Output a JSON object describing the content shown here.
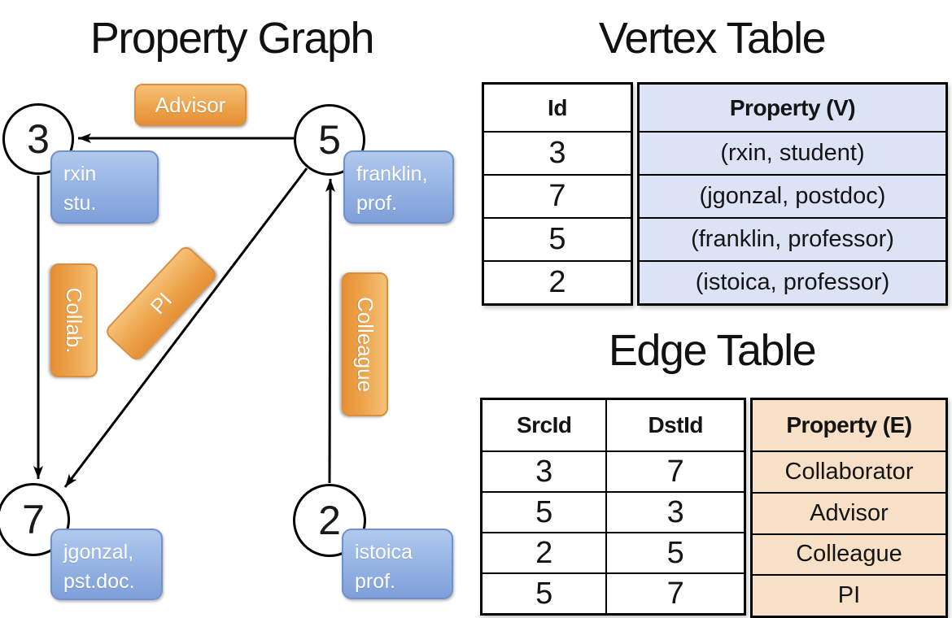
{
  "figure": {
    "graph_title": "Property Graph",
    "vertex_table_title": "Vertex Table",
    "edge_table_title": "Edge Table"
  },
  "graph": {
    "vertices": [
      {
        "id": "3",
        "line1": "rxin",
        "line2": "stu."
      },
      {
        "id": "5",
        "line1": "franklin,",
        "line2": "prof."
      },
      {
        "id": "7",
        "line1": "jgonzal,",
        "line2": "pst.doc."
      },
      {
        "id": "2",
        "line1": "istoica",
        "line2": "prof."
      }
    ],
    "edge_labels": {
      "advisor": "Advisor",
      "collab": "Collab.",
      "pi": "PI",
      "colleague": "Colleague"
    }
  },
  "vertex_table": {
    "headers": {
      "id": "Id",
      "property": "Property (V)"
    },
    "rows": [
      {
        "id": "3",
        "property": "(rxin, student)"
      },
      {
        "id": "7",
        "property": "(jgonzal, postdoc)"
      },
      {
        "id": "5",
        "property": "(franklin, professor)"
      },
      {
        "id": "2",
        "property": "(istoica, professor)"
      }
    ]
  },
  "edge_table": {
    "headers": {
      "src": "SrcId",
      "dst": "DstId",
      "property": "Property (E)"
    },
    "rows": [
      {
        "src": "3",
        "dst": "7",
        "property": "Collaborator"
      },
      {
        "src": "5",
        "dst": "3",
        "property": "Advisor"
      },
      {
        "src": "2",
        "dst": "5",
        "property": "Colleague"
      },
      {
        "src": "5",
        "dst": "7",
        "property": "PI"
      }
    ]
  },
  "colors": {
    "edge_label_orange": "#eda44c",
    "vertex_box_blue": "#96b4e4",
    "vertex_table_cell_blue": "#dbe3f5",
    "edge_table_cell_orange": "#f7e0c6",
    "line_black": "#000000"
  }
}
